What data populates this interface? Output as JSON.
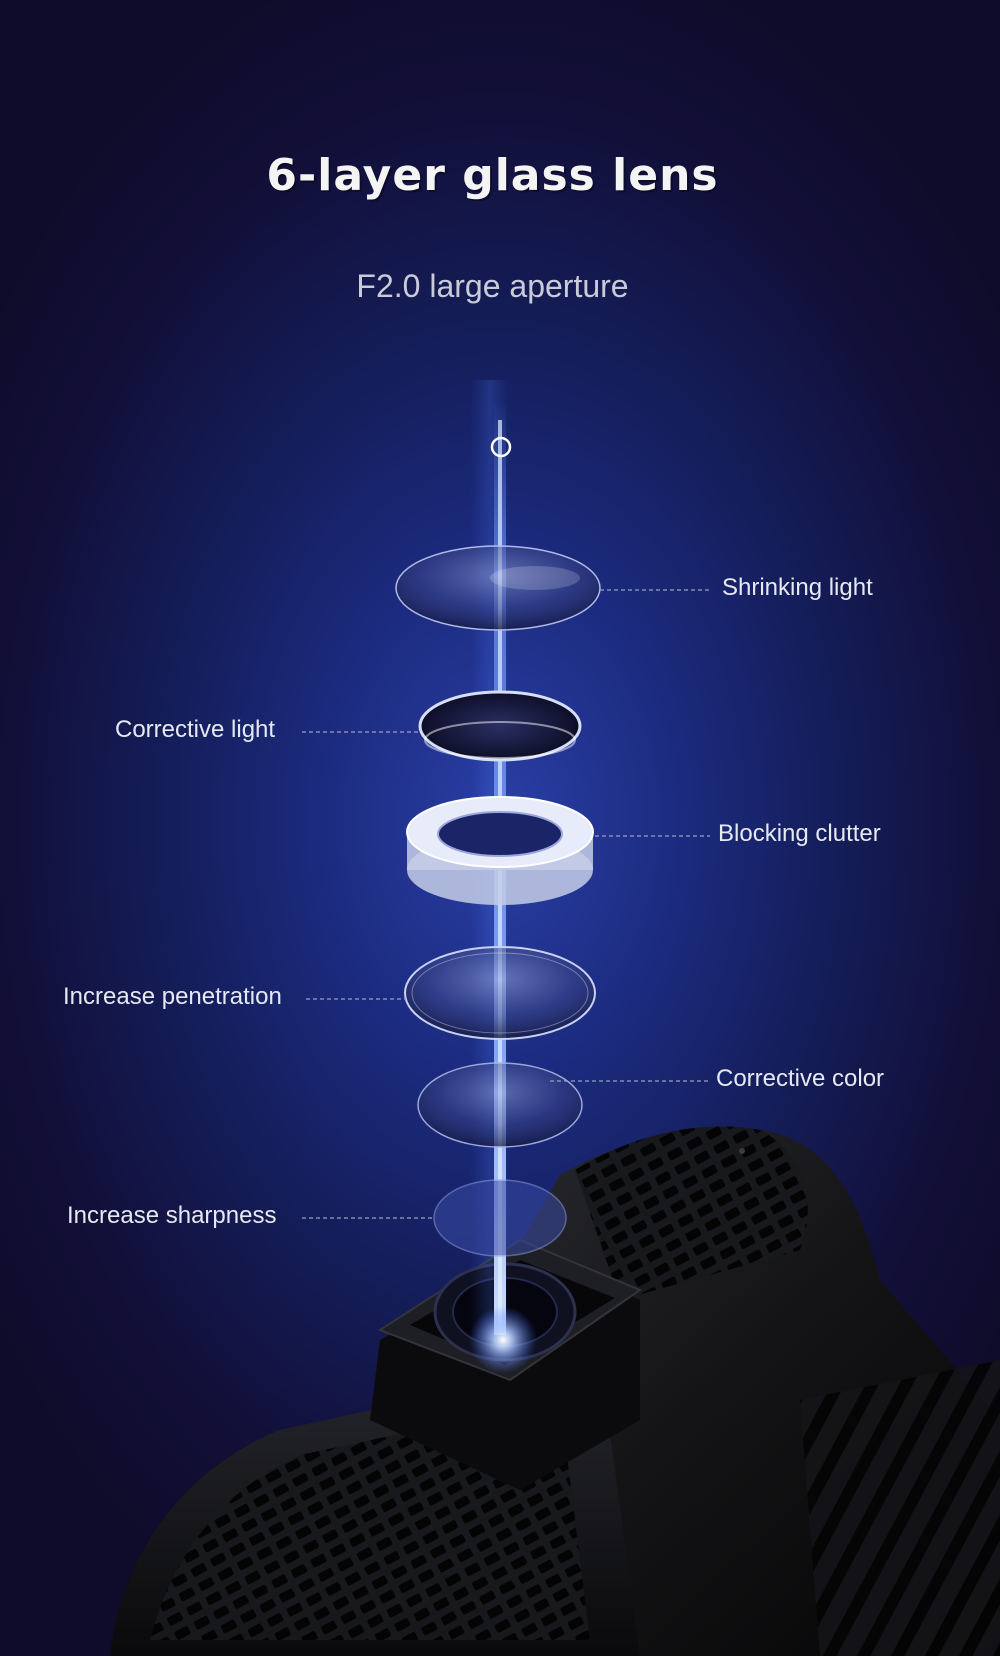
{
  "heading": {
    "title": "6-layer glass lens",
    "subtitle": "F2.0 large aperture"
  },
  "lens_layers": [
    {
      "label": "Shrinking light",
      "side": "right"
    },
    {
      "label": "Corrective light",
      "side": "left"
    },
    {
      "label": "Blocking clutter",
      "side": "right"
    },
    {
      "label": "Increase penetration",
      "side": "left"
    },
    {
      "label": "Corrective color",
      "side": "right"
    },
    {
      "label": "Increase sharpness",
      "side": "left"
    }
  ],
  "colors": {
    "background_center": "#2a3fa6",
    "background_edge": "#0f0b2a",
    "light_beam": "#5a8cff",
    "camera_body": "#141416"
  },
  "icons": {
    "aperture": "circle-icon"
  }
}
